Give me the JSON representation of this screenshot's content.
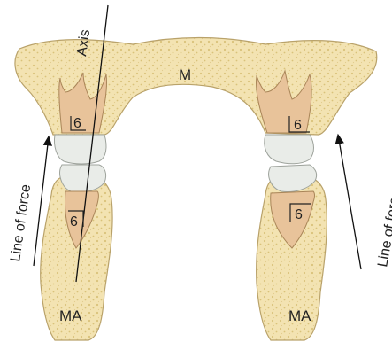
{
  "labels": {
    "axis": "Axis",
    "maxilla": "M",
    "mandible_left": "MA",
    "mandible_right": "MA",
    "line_of_force_left": "Line of force",
    "line_of_force_right": "Line of force",
    "tooth_upper_left": "6",
    "tooth_lower_left": "6",
    "tooth_upper_right": "6",
    "tooth_lower_right": "6"
  },
  "colors": {
    "bone": "#f3e3b2",
    "bone_dots": "#d9c27a",
    "tooth_root": "#e8c39a",
    "tooth_crown": "#e9ece8",
    "outline": "#7a6a4a",
    "line": "#111111"
  }
}
